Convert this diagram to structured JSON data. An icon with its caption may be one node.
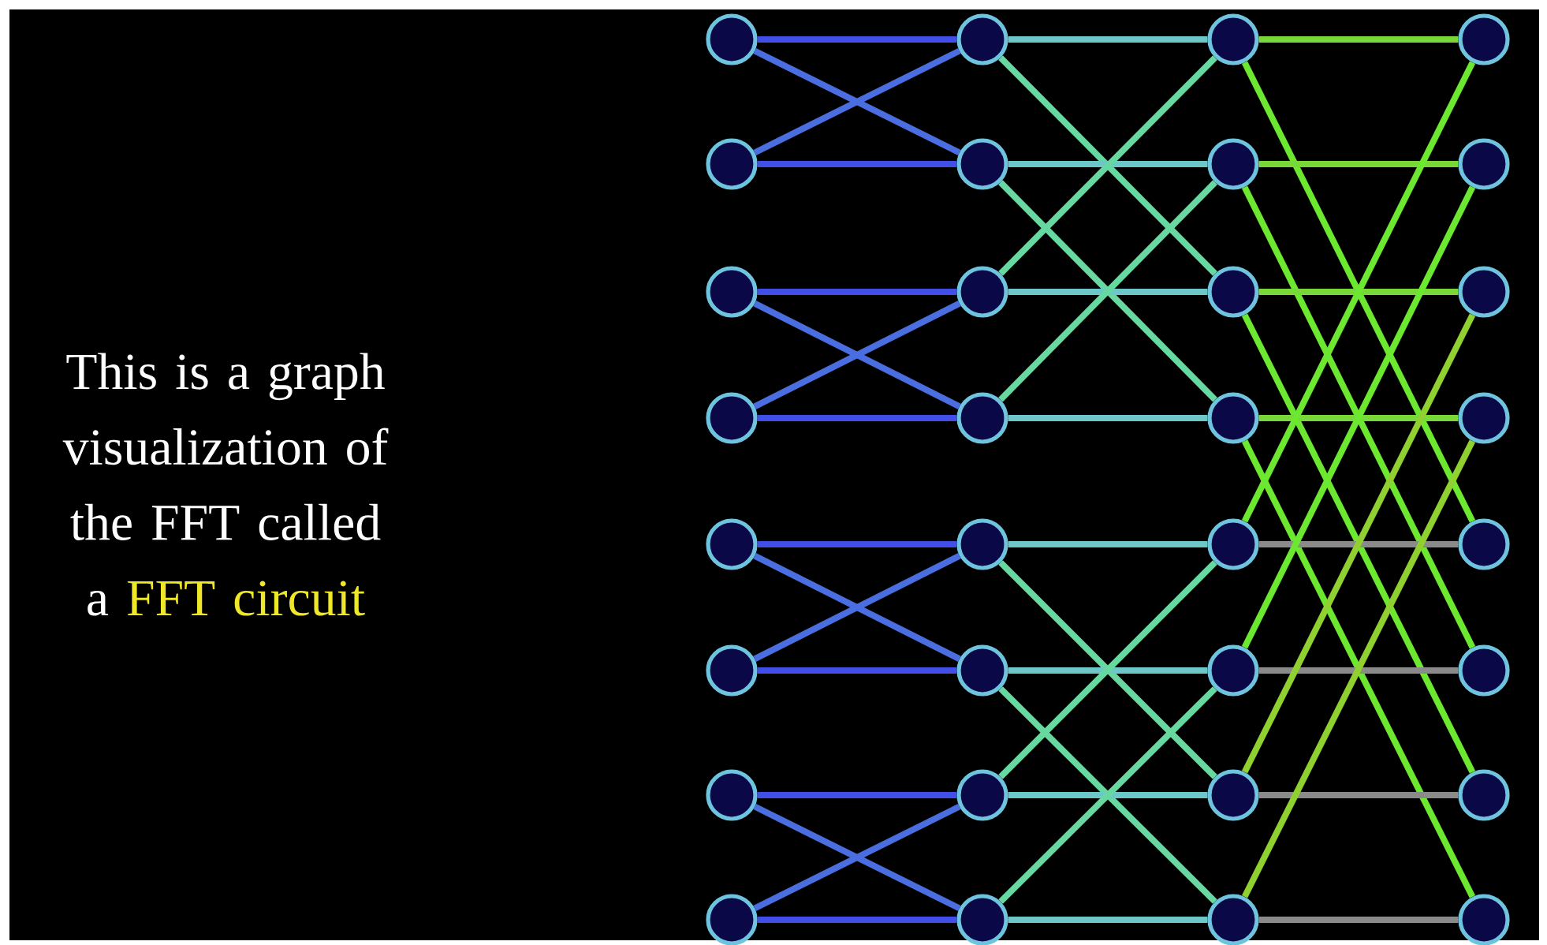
{
  "diagram": {
    "nodes": [
      {
        "text": [],
        "shape": "circle"
      },
      {
        "text": [],
        "shape": "circle"
      },
      {
        "text": [],
        "shape": "circle"
      },
      {
        "text": [],
        "shape": "circle"
      },
      {
        "text": [],
        "shape": "circle"
      },
      {
        "text": [],
        "shape": "circle"
      },
      {
        "text": [],
        "shape": "circle"
      },
      {
        "text": [],
        "shape": "circle"
      },
      {
        "text": [],
        "shape": "circle"
      },
      {
        "text": [],
        "shape": "circle"
      },
      {
        "text": [],
        "shape": "circle"
      },
      {
        "text": [],
        "shape": "circle"
      },
      {
        "text": [],
        "shape": "circle"
      },
      {
        "text": [],
        "shape": "circle"
      },
      {
        "text": [],
        "shape": "circle"
      },
      {
        "text": [],
        "shape": "circle"
      },
      {
        "text": [],
        "shape": "circle"
      },
      {
        "text": [],
        "shape": "circle"
      },
      {
        "text": [],
        "shape": "circle"
      },
      {
        "text": [],
        "shape": "circle"
      },
      {
        "text": [],
        "shape": "circle"
      },
      {
        "text": [],
        "shape": "circle"
      },
      {
        "text": [],
        "shape": "circle"
      },
      {
        "text": [],
        "shape": "circle"
      },
      {
        "text": [],
        "shape": "circle"
      },
      {
        "text": [],
        "shape": "circle"
      },
      {
        "text": [],
        "shape": "circle"
      },
      {
        "text": [],
        "shape": "circle"
      },
      {
        "text": [],
        "shape": "circle"
      },
      {
        "text": [],
        "shape": "circle"
      },
      {
        "text": [],
        "shape": "circle"
      },
      {
        "text": [],
        "shape": "circle"
      }
    ],
    "edges": [
      {
        "from": 0,
        "to": 8,
        "arrow": "none",
        "color": "#3f4fe8"
      },
      {
        "from": 0,
        "to": 9,
        "arrow": "none",
        "color": "#4a6ee0"
      },
      {
        "from": 1,
        "to": 9,
        "arrow": "none",
        "color": "#3f4fe8"
      },
      {
        "from": 1,
        "to": 8,
        "arrow": "none",
        "color": "#4a6ee0"
      },
      {
        "from": 2,
        "to": 10,
        "arrow": "none",
        "color": "#3f4fe8"
      },
      {
        "from": 2,
        "to": 11,
        "arrow": "none",
        "color": "#4a6ee0"
      },
      {
        "from": 3,
        "to": 11,
        "arrow": "none",
        "color": "#3f4fe8"
      },
      {
        "from": 3,
        "to": 10,
        "arrow": "none",
        "color": "#4a6ee0"
      },
      {
        "from": 4,
        "to": 12,
        "arrow": "none",
        "color": "#3f4fe8"
      },
      {
        "from": 4,
        "to": 13,
        "arrow": "none",
        "color": "#4a6ee0"
      },
      {
        "from": 5,
        "to": 13,
        "arrow": "none",
        "color": "#3f4fe8"
      },
      {
        "from": 5,
        "to": 12,
        "arrow": "none",
        "color": "#4a6ee0"
      },
      {
        "from": 6,
        "to": 14,
        "arrow": "none",
        "color": "#3f4fe8"
      },
      {
        "from": 6,
        "to": 15,
        "arrow": "none",
        "color": "#4a6ee0"
      },
      {
        "from": 7,
        "to": 15,
        "arrow": "none",
        "color": "#3f4fe8"
      },
      {
        "from": 7,
        "to": 14,
        "arrow": "none",
        "color": "#4a6ee0"
      },
      {
        "from": 8,
        "to": 16,
        "arrow": "none",
        "color": "#6cc8c8"
      },
      {
        "from": 8,
        "to": 18,
        "arrow": "none",
        "color": "#66d8a0"
      },
      {
        "from": 9,
        "to": 17,
        "arrow": "none",
        "color": "#6cc8c8"
      },
      {
        "from": 9,
        "to": 19,
        "arrow": "none",
        "color": "#66d8a0"
      },
      {
        "from": 10,
        "to": 18,
        "arrow": "none",
        "color": "#6cc8c8"
      },
      {
        "from": 10,
        "to": 16,
        "arrow": "none",
        "color": "#66d8a0"
      },
      {
        "from": 11,
        "to": 19,
        "arrow": "none",
        "color": "#6cc8c8"
      },
      {
        "from": 11,
        "to": 17,
        "arrow": "none",
        "color": "#66d8a0"
      },
      {
        "from": 12,
        "to": 20,
        "arrow": "none",
        "color": "#6cc8c8"
      },
      {
        "from": 12,
        "to": 22,
        "arrow": "none",
        "color": "#66d8a0"
      },
      {
        "from": 13,
        "to": 21,
        "arrow": "none",
        "color": "#6cc8c8"
      },
      {
        "from": 13,
        "to": 23,
        "arrow": "none",
        "color": "#66d8a0"
      },
      {
        "from": 14,
        "to": 22,
        "arrow": "none",
        "color": "#6cc8c8"
      },
      {
        "from": 14,
        "to": 20,
        "arrow": "none",
        "color": "#66d8a0"
      },
      {
        "from": 15,
        "to": 23,
        "arrow": "none",
        "color": "#6cc8c8"
      },
      {
        "from": 15,
        "to": 21,
        "arrow": "none",
        "color": "#66d8a0"
      },
      {
        "from": 16,
        "to": 24,
        "arrow": "none",
        "color": "#78d838"
      },
      {
        "from": 16,
        "to": 28,
        "arrow": "none",
        "color": "#6ce830"
      },
      {
        "from": 17,
        "to": 25,
        "arrow": "none",
        "color": "#78d838"
      },
      {
        "from": 17,
        "to": 29,
        "arrow": "none",
        "color": "#6ce830"
      },
      {
        "from": 18,
        "to": 26,
        "arrow": "none",
        "color": "#78d838"
      },
      {
        "from": 18,
        "to": 30,
        "arrow": "none",
        "color": "#6ce830"
      },
      {
        "from": 19,
        "to": 27,
        "arrow": "none",
        "color": "#78d838"
      },
      {
        "from": 19,
        "to": 31,
        "arrow": "none",
        "color": "#6ce830"
      },
      {
        "from": 20,
        "to": 28,
        "arrow": "none",
        "color": "#8a8a8a"
      },
      {
        "from": 20,
        "to": 24,
        "arrow": "none",
        "color": "#6ce830"
      },
      {
        "from": 21,
        "to": 29,
        "arrow": "none",
        "color": "#8a8a8a"
      },
      {
        "from": 21,
        "to": 25,
        "arrow": "none",
        "color": "#6ce830"
      },
      {
        "from": 22,
        "to": 30,
        "arrow": "none",
        "color": "#8a8a8a"
      },
      {
        "from": 22,
        "to": 26,
        "arrow": "none",
        "color": "#90d030"
      },
      {
        "from": 23,
        "to": 31,
        "arrow": "none",
        "color": "#8a8a8a"
      },
      {
        "from": 23,
        "to": 27,
        "arrow": "none",
        "color": "#90d030"
      }
    ],
    "labels": [
      "This is a graph visualization of the FFT called a",
      "FFT circuit"
    ]
  }
}
